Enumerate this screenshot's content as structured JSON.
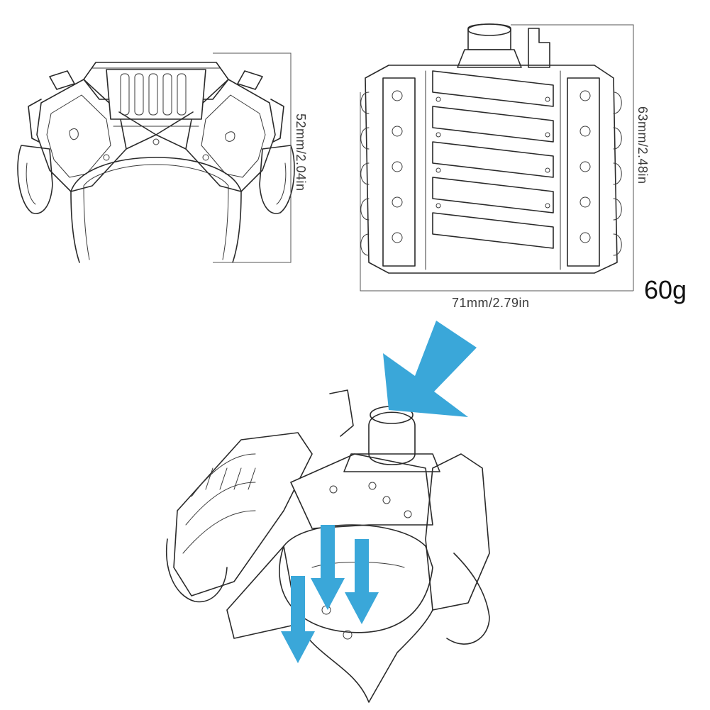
{
  "front_view": {
    "height_label": "52mm/2.04in"
  },
  "top_view": {
    "height_label": "63mm/2.48in",
    "width_label": "71mm/2.79in"
  },
  "weight_label": "60g",
  "arrows": {
    "color": "#3aa7d9"
  },
  "icons": [
    "engine-front-outline",
    "engine-top-outline",
    "engine-isometric-sketch",
    "blue-arrow"
  ]
}
